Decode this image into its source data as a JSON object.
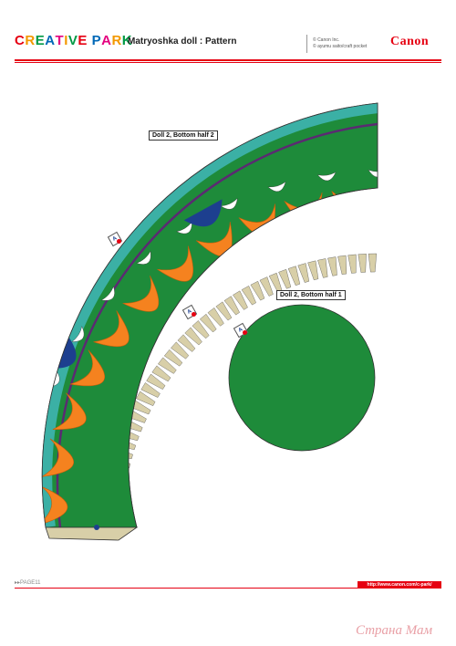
{
  "header": {
    "logo_letters": [
      "C",
      "R",
      "E",
      "A",
      "T",
      "I",
      "V",
      "E",
      " ",
      "P",
      "A",
      "R",
      "K"
    ],
    "logo_colors": [
      "#e60012",
      "#f39800",
      "#009944",
      "#0068b7",
      "#e4007f",
      "#f39800",
      "#009944",
      "#e60012",
      "#ffffff",
      "#0068b7",
      "#e4007f",
      "#f39800",
      "#009944"
    ],
    "title": "Matryoshka doll : Pattern",
    "copyright_line1": "© Canon Inc.",
    "copyright_line2": "© ayumu saito/craft pocket",
    "brand": "Canon"
  },
  "pieces": {
    "bottom_half_2_label": "Doll 2, Bottom half 2",
    "bottom_half_1_label": "Doll 2, Bottom half 1",
    "tab_marker": "A"
  },
  "colors": {
    "green": "#1e8b3a",
    "teal": "#3bb0a5",
    "orange": "#f5821f",
    "navy": "#1d3f8f",
    "tan": "#d8cfa8",
    "red": "#e60012"
  },
  "footer": {
    "page": "▸▸PAGE11",
    "url": "http://www.canon.com/c-park/"
  },
  "watermark": "Страна Мам"
}
